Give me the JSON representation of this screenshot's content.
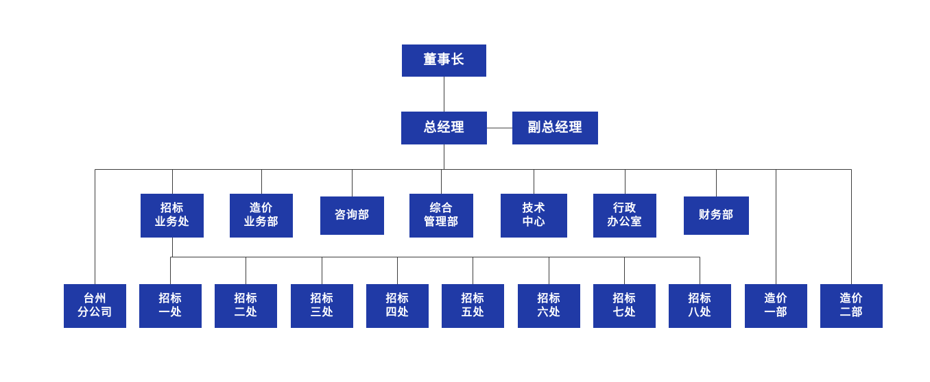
{
  "meta": {
    "description": "Company organization chart",
    "language": "zh-CN"
  },
  "colors": {
    "node_fill": "#203AA6",
    "node_text": "#FFFFFF",
    "connector": "#3C3C3C",
    "background": "#FFFFFF"
  },
  "nodes": {
    "chairman": {
      "label": "董事长"
    },
    "general_manager": {
      "label": "总经理"
    },
    "deputy_general_manager": {
      "label": "副总经理"
    },
    "bidding_business_office": {
      "label": "招标\n业务处"
    },
    "cost_business_dept": {
      "label": "造价\n业务部"
    },
    "consulting_dept": {
      "label": "咨询部"
    },
    "general_management_dept": {
      "label": "综合\n管理部"
    },
    "technology_center": {
      "label": "技术\n中心"
    },
    "admin_office": {
      "label": "行政\n办公室"
    },
    "finance_dept": {
      "label": "财务部"
    },
    "taizhou_branch": {
      "label": "台州\n分公司"
    },
    "bidding_office_1": {
      "label": "招标\n一处"
    },
    "bidding_office_2": {
      "label": "招标\n二处"
    },
    "bidding_office_3": {
      "label": "招标\n三处"
    },
    "bidding_office_4": {
      "label": "招标\n四处"
    },
    "bidding_office_5": {
      "label": "招标\n五处"
    },
    "bidding_office_6": {
      "label": "招标\n六处"
    },
    "bidding_office_7": {
      "label": "招标\n七处"
    },
    "bidding_office_8": {
      "label": "招标\n八处"
    },
    "cost_dept_1": {
      "label": "造价\n一部"
    },
    "cost_dept_2": {
      "label": "造价\n二部"
    }
  },
  "edges": [
    [
      "chairman",
      "general_manager"
    ],
    [
      "general_manager",
      "deputy_general_manager"
    ],
    [
      "general_manager",
      "taizhou_branch"
    ],
    [
      "general_manager",
      "bidding_business_office"
    ],
    [
      "general_manager",
      "cost_business_dept"
    ],
    [
      "general_manager",
      "consulting_dept"
    ],
    [
      "general_manager",
      "general_management_dept"
    ],
    [
      "general_manager",
      "technology_center"
    ],
    [
      "general_manager",
      "admin_office"
    ],
    [
      "general_manager",
      "finance_dept"
    ],
    [
      "general_manager",
      "cost_dept_1"
    ],
    [
      "general_manager",
      "cost_dept_2"
    ],
    [
      "bidding_business_office",
      "bidding_office_1"
    ],
    [
      "bidding_business_office",
      "bidding_office_2"
    ],
    [
      "bidding_business_office",
      "bidding_office_3"
    ],
    [
      "bidding_business_office",
      "bidding_office_4"
    ],
    [
      "bidding_business_office",
      "bidding_office_5"
    ],
    [
      "bidding_business_office",
      "bidding_office_6"
    ],
    [
      "bidding_business_office",
      "bidding_office_7"
    ],
    [
      "bidding_business_office",
      "bidding_office_8"
    ]
  ]
}
